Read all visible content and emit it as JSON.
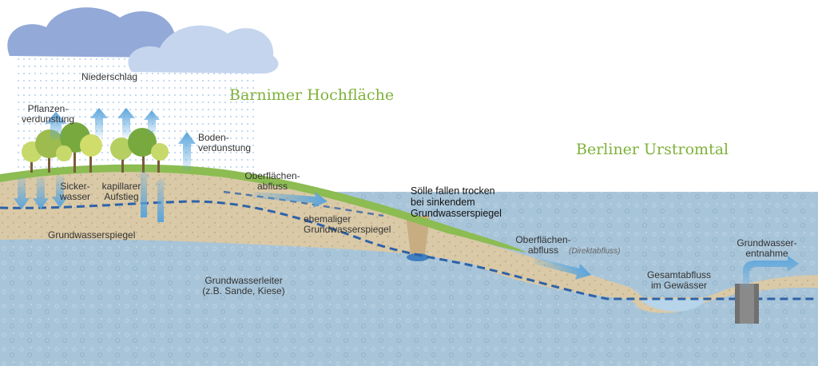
{
  "regions": {
    "upland": "Barnimer Hochfläche",
    "valley": "Berliner Urstromtal"
  },
  "labels": {
    "precipitation": "Niederschlag",
    "plant_evaporation": "Pflanzen-\nverdunstung",
    "soil_evaporation": "Boden-\nverdunstung",
    "seepage_water": "Sicker-\nwasser",
    "capillary_rise": "kapillarer\nAufstieg",
    "surface_runoff_1": "Oberflächen-\nabfluss",
    "former_water_table": "ehemaliger\nGrundwasserspiegel",
    "kettle_ponds": "Sölle fallen trocken\nbei sinkendem\nGrundwasserspiegel",
    "surface_runoff_2": "Oberflächen-\nabfluss",
    "direct_runoff": "(Direktabfluss)",
    "total_runoff": "Gesamtabfluss\nim Gewässer",
    "groundwater_withdrawal": "Grundwasser-\nentnahme",
    "water_table": "Grundwasserspiegel",
    "aquifer": "Grundwasserleiter\n(z.B. Sande, Kiese)"
  },
  "colors": {
    "region_text": "#7fb23a",
    "grass": "#8cbc52",
    "sand": "#d8c8a6",
    "aquifer": "#a9c5d8",
    "water_table_line": "#2e62a8",
    "arrow": "#5aa5dc",
    "cloud_dark": "#93a9d8",
    "cloud_light": "#c5d5ee"
  }
}
